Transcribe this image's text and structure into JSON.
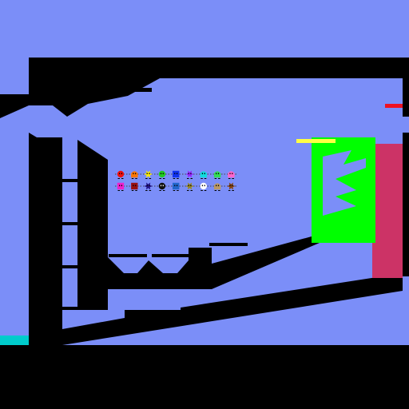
{
  "level": {
    "colors": {
      "sky": "#7b8ef8",
      "solid": "#000000",
      "goal": "#00ff00",
      "hazard": "#cc3366",
      "water": "#00cccc",
      "yellow_marker": "#ffff44",
      "red_marker": "#ee1122"
    },
    "characters": {
      "row1": [
        {
          "name": "red-ball",
          "color": "#ee1111",
          "icon": "circle"
        },
        {
          "name": "orange-blob",
          "color": "#ff7700",
          "icon": "blob"
        },
        {
          "name": "yellow-star",
          "color": "#ffee00",
          "icon": "spiky"
        },
        {
          "name": "green-ball",
          "color": "#22cc22",
          "icon": "circle"
        },
        {
          "name": "blue-square",
          "color": "#1133ee",
          "icon": "square"
        },
        {
          "name": "purple-spark",
          "color": "#9922ff",
          "icon": "spiky"
        },
        {
          "name": "cyan-ghost",
          "color": "#11dddd",
          "icon": "blob"
        },
        {
          "name": "lime-blob",
          "color": "#33dd55",
          "icon": "blob"
        },
        {
          "name": "pink-blob",
          "color": "#ff66cc",
          "icon": "blob"
        }
      ],
      "row2": [
        {
          "name": "magenta-square",
          "color": "#ee22cc",
          "icon": "square"
        },
        {
          "name": "dark-red-square",
          "color": "#991111",
          "icon": "square"
        },
        {
          "name": "navy-spark",
          "color": "#221188",
          "icon": "spiky"
        },
        {
          "name": "black-ball",
          "color": "#111111",
          "icon": "circle"
        },
        {
          "name": "steel-blue-square",
          "color": "#2266cc",
          "icon": "square"
        },
        {
          "name": "olive-spark",
          "color": "#998822",
          "icon": "spiky"
        },
        {
          "name": "white-ball",
          "color": "#ffffff",
          "icon": "circle"
        },
        {
          "name": "tan-blob",
          "color": "#bb9966",
          "icon": "blob"
        },
        {
          "name": "brown-spark",
          "color": "#884411",
          "icon": "spiky"
        }
      ]
    }
  }
}
